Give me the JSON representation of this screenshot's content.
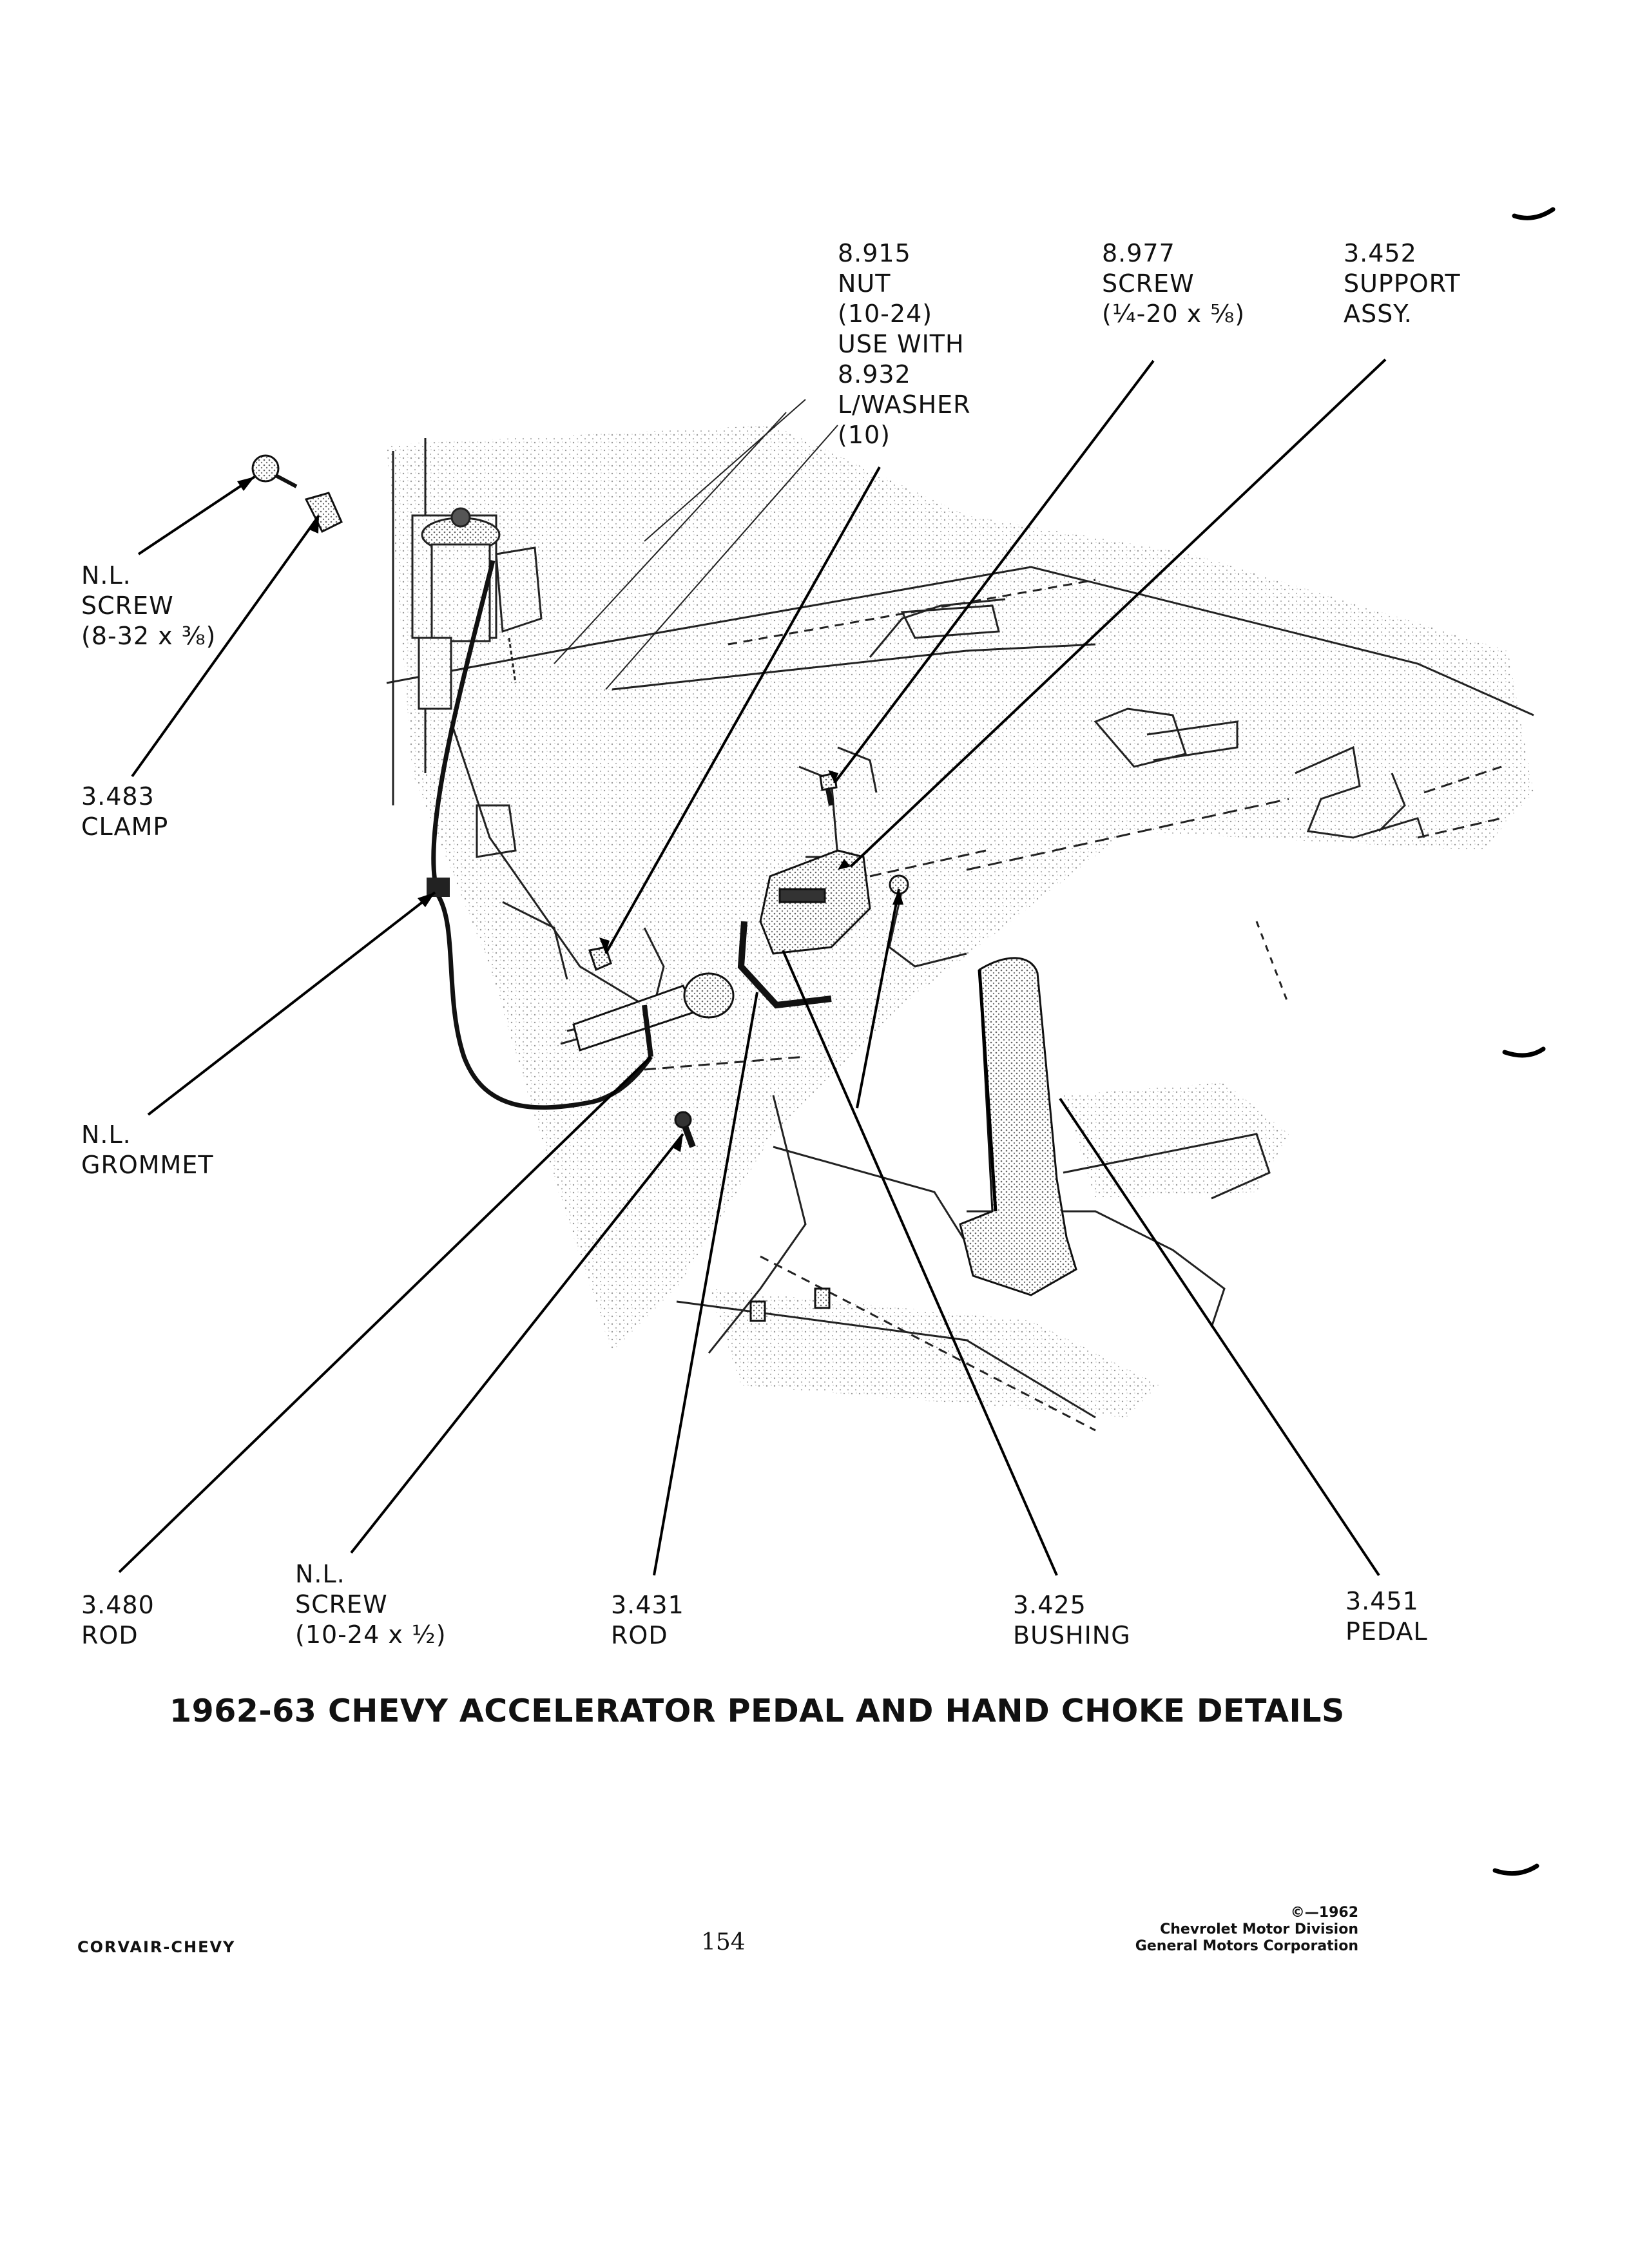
{
  "callouts": {
    "nut": [
      "8.915",
      "NUT",
      "(10-24)",
      "USE WITH",
      "8.932",
      "L/WASHER",
      "(10)"
    ],
    "screw_top": [
      "8.977",
      "SCREW",
      "(¼-20 x ⅝)"
    ],
    "support": [
      "3.452",
      "SUPPORT",
      "ASSY."
    ],
    "nl_screw_left": [
      "N.L.",
      "SCREW",
      "(8-32 x ⅜)"
    ],
    "clamp": [
      "3.483",
      "CLAMP"
    ],
    "grommet": [
      "N.L.",
      "GROMMET"
    ],
    "rod_480": [
      "3.480",
      "ROD"
    ],
    "nl_screw_bottom": [
      "N.L.",
      "SCREW",
      "(10-24 x ½)"
    ],
    "rod_431": [
      "3.431",
      "ROD"
    ],
    "bushing": [
      "3.425",
      "BUSHING"
    ],
    "pedal": [
      "3.451",
      "PEDAL"
    ]
  },
  "title": "1962-63 CHEVY ACCELERATOR PEDAL AND HAND CHOKE DETAILS",
  "footer": {
    "left": "CORVAIR-CHEVY",
    "page_number": "154",
    "copyright": [
      "©—1962",
      "Chevrolet Motor Division",
      "General Motors Corporation"
    ]
  }
}
